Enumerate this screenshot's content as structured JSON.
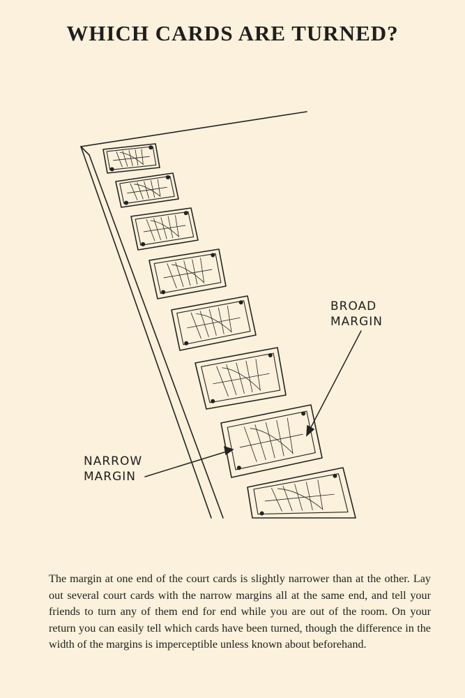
{
  "title": "WHICH CARDS ARE TURNED?",
  "labels": {
    "broad": "BROAD MARGIN",
    "narrow": "NARROW MARGIN"
  },
  "body": "The margin at one end of the court cards is slightly narrower than at the other.  Lay out several court cards with the narrow margins all at the same end, and tell your friends to turn any of them end for end while you are out of the room.  On your return you can easily tell which cards have been turned, though the difference in the width of the margins is imperceptible unless known about beforehand."
}
